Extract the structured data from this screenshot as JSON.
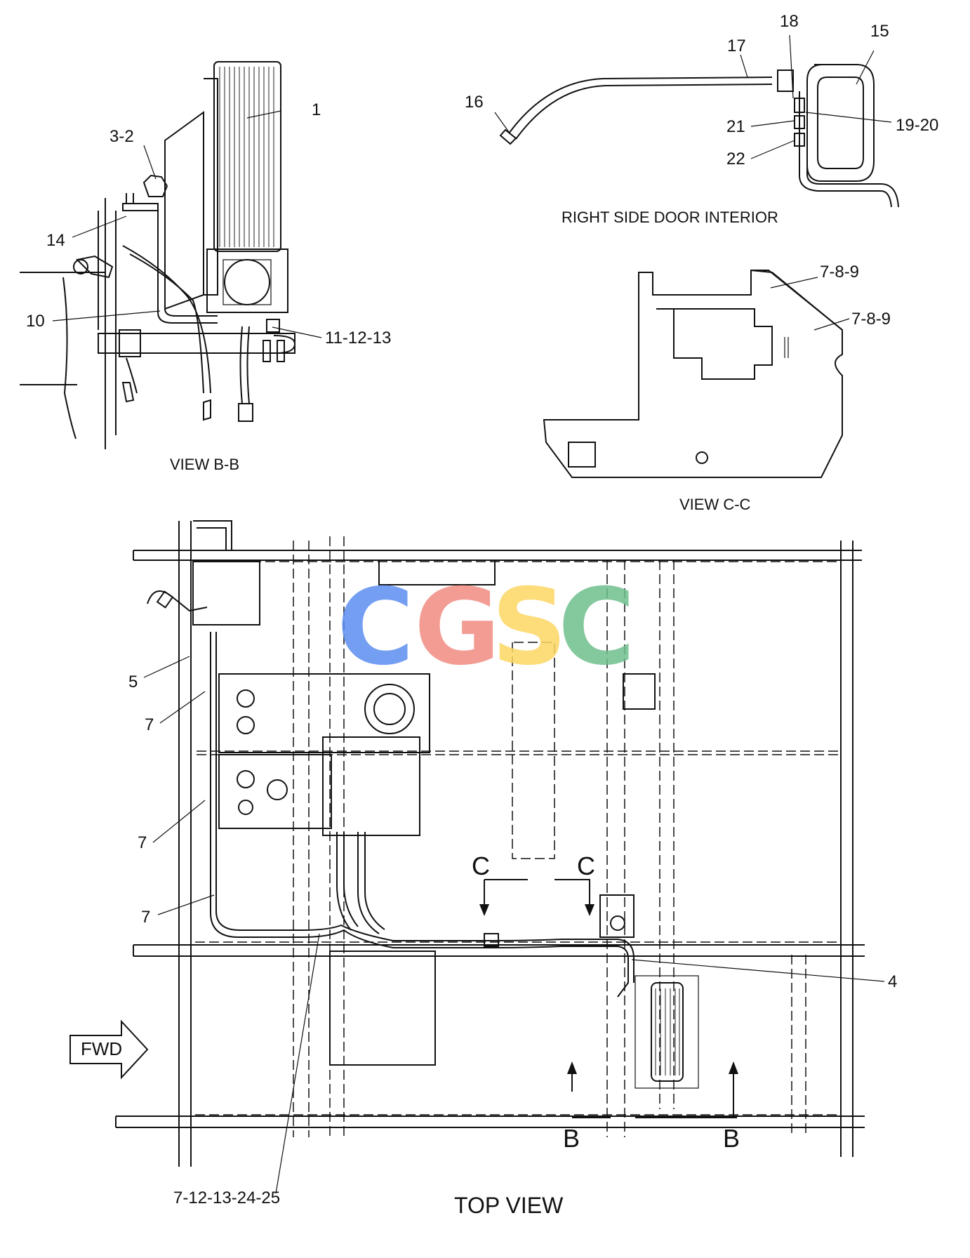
{
  "views": {
    "view_bb": "VIEW B-B",
    "right_door": "RIGHT SIDE DOOR INTERIOR",
    "view_cc": "VIEW C-C",
    "top_view": "TOP VIEW"
  },
  "callouts": {
    "c1": "1",
    "c3_2": "3-2",
    "c14": "14",
    "c10": "10",
    "c11_12_13": "11-12-13",
    "c17": "17",
    "c18": "18",
    "c15": "15",
    "c16": "16",
    "c21": "21",
    "c19_20": "19-20",
    "c22": "22",
    "c7_8_9_a": "7-8-9",
    "c7_8_9_b": "7-8-9",
    "c5": "5",
    "c7_a": "7",
    "c7_b": "7",
    "c7_c": "7",
    "c4": "4",
    "c7_12_13_24_25": "7-12-13-24-25"
  },
  "section_markers": {
    "c_left": "C",
    "c_right": "C",
    "b_left": "B",
    "b_right": "B"
  },
  "fwd_label": "FWD",
  "watermark": {
    "letters": [
      "C",
      "G",
      "S",
      "C"
    ],
    "colors": [
      "#5b8ef0",
      "#f28b82",
      "#fdd663",
      "#6fbf8e"
    ]
  }
}
